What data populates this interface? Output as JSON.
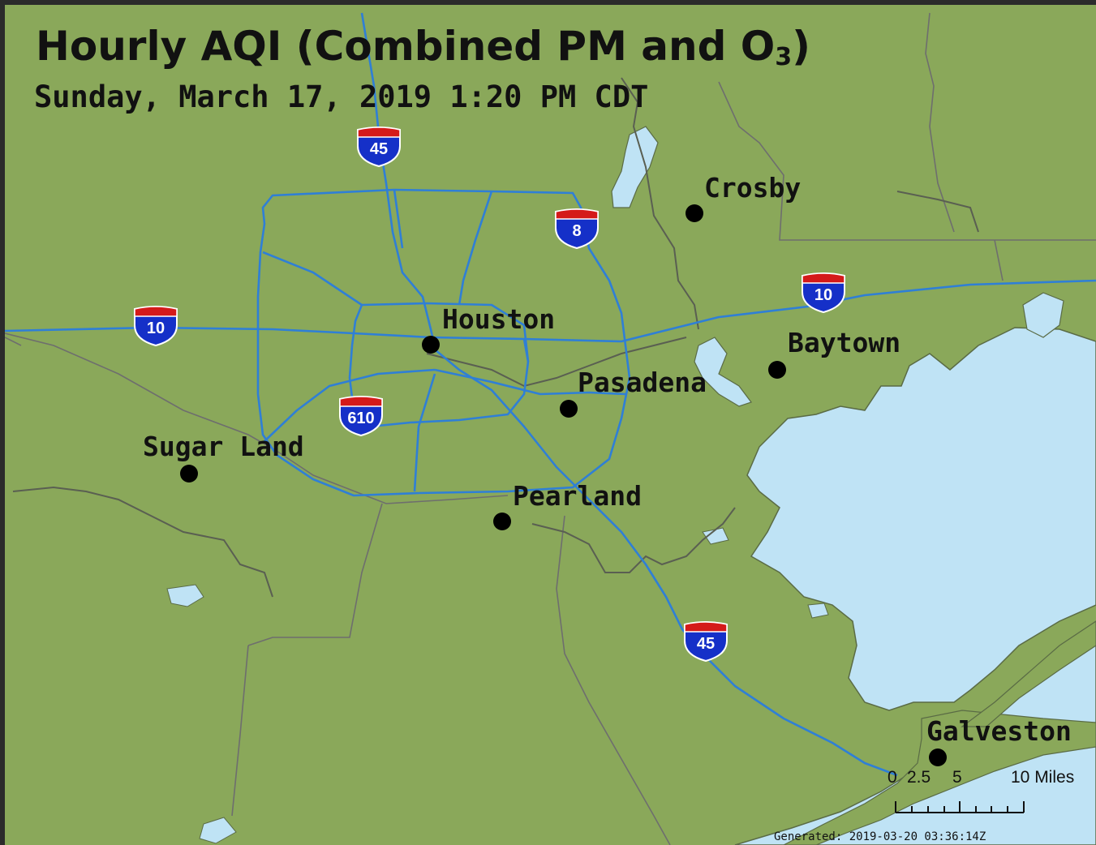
{
  "title": {
    "main": "Hourly AQI (Combined PM and O",
    "sub": "3",
    "close": ")"
  },
  "subtitle": "Sunday, March 17, 2019 1:20 PM CDT",
  "cities": {
    "crosby": "Crosby",
    "houston": "Houston",
    "baytown": "Baytown",
    "pasadena": "Pasadena",
    "sugar_land": "Sugar Land",
    "pearland": "Pearland",
    "galveston": "Galveston"
  },
  "highways": {
    "i45_north": "45",
    "i8": "8",
    "i10_east": "10",
    "i10_west": "10",
    "i610": "610",
    "i45_south": "45"
  },
  "scale": {
    "t0": "0",
    "t1": "2.5",
    "t2": "5",
    "t3": "10 Miles"
  },
  "generated": "Generated: 2019-03-20 03:36:14Z",
  "colors": {
    "land": "#8aa85a",
    "water": "#bfe3f5",
    "road": "#2f7fd6",
    "boundary": "#6e6e6e",
    "shield_blue": "#1530c8",
    "shield_red": "#d41a1a"
  }
}
